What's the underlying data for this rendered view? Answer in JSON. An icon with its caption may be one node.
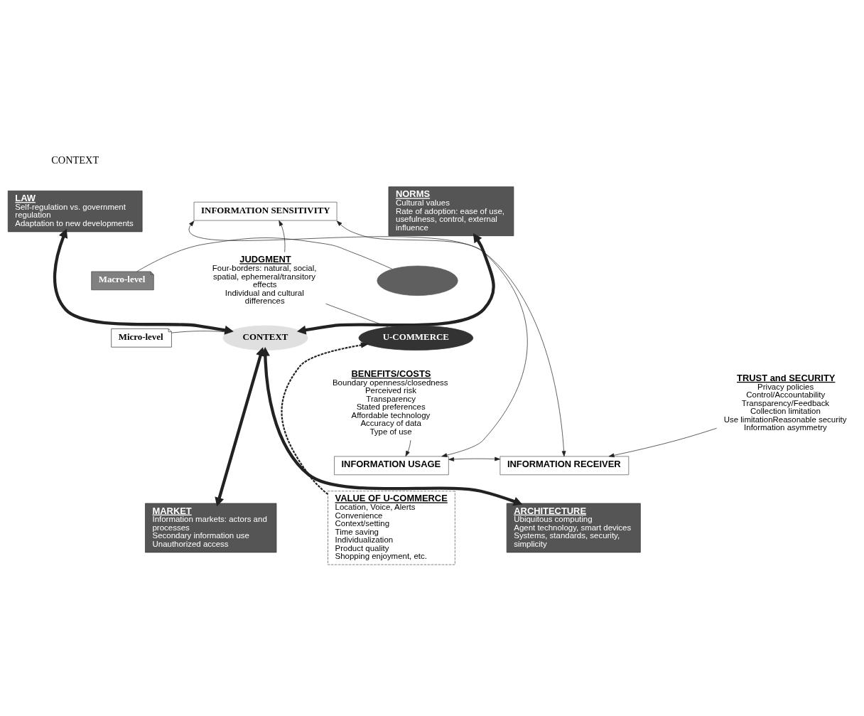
{
  "diagram": {
    "nodes": [
      {
        "text": [
          "LAW",
          "Self-regulation vs. government regulation",
          "Adaptation to new developments"
        ]
      },
      {
        "text": [
          "INFORMATION SENSITIVITY"
        ]
      },
      {
        "text": [
          "NORMS",
          "Cultural values",
          "Rate of adoption: ease of use, usefulness, control, external influence"
        ]
      },
      {
        "text": [
          "JUDGMENT",
          "Four-borders: natural, social, spatial, ephemeral/transitory effects",
          "Individual and cultural differences"
        ]
      },
      {
        "text": [
          "Macro-level"
        ]
      },
      {
        "text": [],
        "shape": "ellipse"
      },
      {
        "text": [
          "CONTEXT"
        ]
      },
      {
        "text": [
          "U-COMMERCE"
        ]
      },
      {
        "text": [
          "Micro-level"
        ]
      },
      {
        "text": [
          "TRUST and SECURITY",
          "Privacy policies",
          "Control/Accountability",
          "Transparency/Feedback",
          "Collection limitation",
          "Use limitationReasonable security",
          "Information asymmetry"
        ]
      },
      {
        "text": [
          "BENEFITS/COSTS",
          "Boundary openness/closedness",
          "Perceived risk",
          "Transparency",
          "Stated preferences",
          "Affordable technology",
          "Accuracy of data",
          "Type of use"
        ]
      },
      {
        "text": [
          "INFORMATION RECEIVER"
        ]
      },
      {
        "text": [
          "INFORMATION USAGE"
        ]
      },
      {
        "text": [
          "MARKET",
          "Information markets: actors and processes",
          "Secondary information use",
          "Unauthorized access"
        ]
      },
      {
        "text": [
          "VALUE OF U-COMMERCE",
          "Location, Voice, Alerts",
          "Convenience",
          "Context/setting",
          "Time saving",
          "Individualization",
          "Product quality",
          "Shopping enjoyment, etc."
        ]
      },
      {
        "text": [
          "ARCHITECTURE",
          "Ubiquitous computing",
          "Agent technology, smart devices",
          "Systems, standards, security, simplicity"
        ]
      }
    ],
    "edges": [
      {
        "from": 7,
        "to": 3,
        "arrow": "none"
      },
      {
        "from": 3,
        "to": 1,
        "arrow": "to"
      },
      {
        "from": 11,
        "to": 1,
        "arrow": "both"
      },
      {
        "from": 12,
        "to": 1,
        "arrow": "both"
      },
      {
        "from": 14,
        "to": 7,
        "arrow": "to",
        "style": "dashed"
      },
      {
        "from": 9,
        "to": 11,
        "arrow": "to"
      },
      {
        "from": 10,
        "to": 12,
        "arrow": "to"
      },
      {
        "from": 11,
        "to": 12,
        "arrow": "both"
      },
      {
        "from": 0,
        "to": 6,
        "arrow": "both",
        "style": "thick"
      },
      {
        "from": 2,
        "to": 6,
        "arrow": "both",
        "style": "thick"
      },
      {
        "from": 13,
        "to": 6,
        "arrow": "both",
        "style": "thick"
      },
      {
        "from": 15,
        "to": 6,
        "arrow": "both",
        "style": "thick"
      },
      {
        "from": 4,
        "to": 5,
        "arrow": "none"
      },
      {
        "from": 8,
        "to": 6,
        "arrow": "none"
      }
    ],
    "labels": [
      "CONTEXT"
    ]
  }
}
